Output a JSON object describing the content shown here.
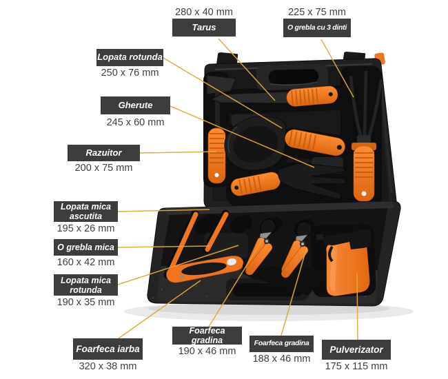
{
  "palette": {
    "background": "#ffffff",
    "label_bg": "#3d3d3d",
    "label_text": "#ffffff",
    "dim_text": "#3e3e3e",
    "leader_line": "#dfa83b",
    "case_black": "#212121",
    "tool_orange": "#f07420"
  },
  "annotations": [
    {
      "title": "Tarus",
      "dim": "280 x 40 mm"
    },
    {
      "title": "O grebla cu 3 dinti",
      "dim": "225 x 75 mm"
    },
    {
      "title": "Lopata rotunda",
      "dim": "250 x 76 mm"
    },
    {
      "title": "Gherute",
      "dim": "245 x 60 mm"
    },
    {
      "title": "Razuitor",
      "dim": "200 x 75 mm"
    },
    {
      "title": "Lopata mica ascutita",
      "dim": "195 x 26 mm"
    },
    {
      "title": "O grebla mica",
      "dim": "160 x 42 mm"
    },
    {
      "title": "Lopata mica rotunda",
      "dim": "190 x 35 mm"
    },
    {
      "title": "Foarfeca iarba",
      "dim": "320 x 38 mm"
    },
    {
      "title": "Foarfeca gradina",
      "dim": "190 x 46 mm"
    },
    {
      "title": "Foarfeca gradina",
      "dim": "188 x 46 mm"
    },
    {
      "title": "Pulverizator",
      "dim": "175 x 115 mm"
    }
  ]
}
